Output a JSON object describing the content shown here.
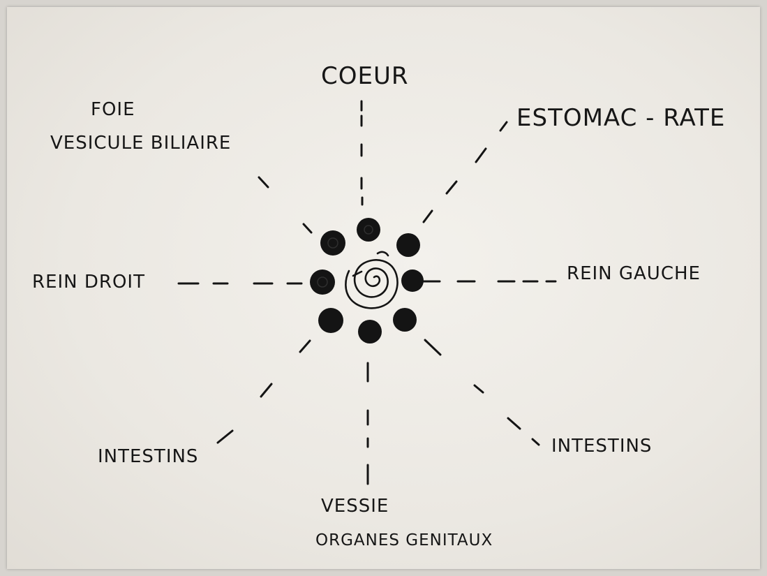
{
  "labels": {
    "top": "COEUR",
    "top_left_line1": "FOIE",
    "top_left_line2": "VESICULE BILIAIRE",
    "top_right": "ESTOMAC - RATE",
    "left": "REIN DROIT",
    "right": "REIN GAUCHE",
    "bottom_left": "INTESTINS",
    "bottom_right": "INTESTINS",
    "bottom_line1": "VESSIE",
    "bottom_line2": "ORGANES GENITAUX"
  },
  "colors": {
    "ink": "#141414",
    "paper": "#efede8",
    "background": "#d7d4cf"
  }
}
